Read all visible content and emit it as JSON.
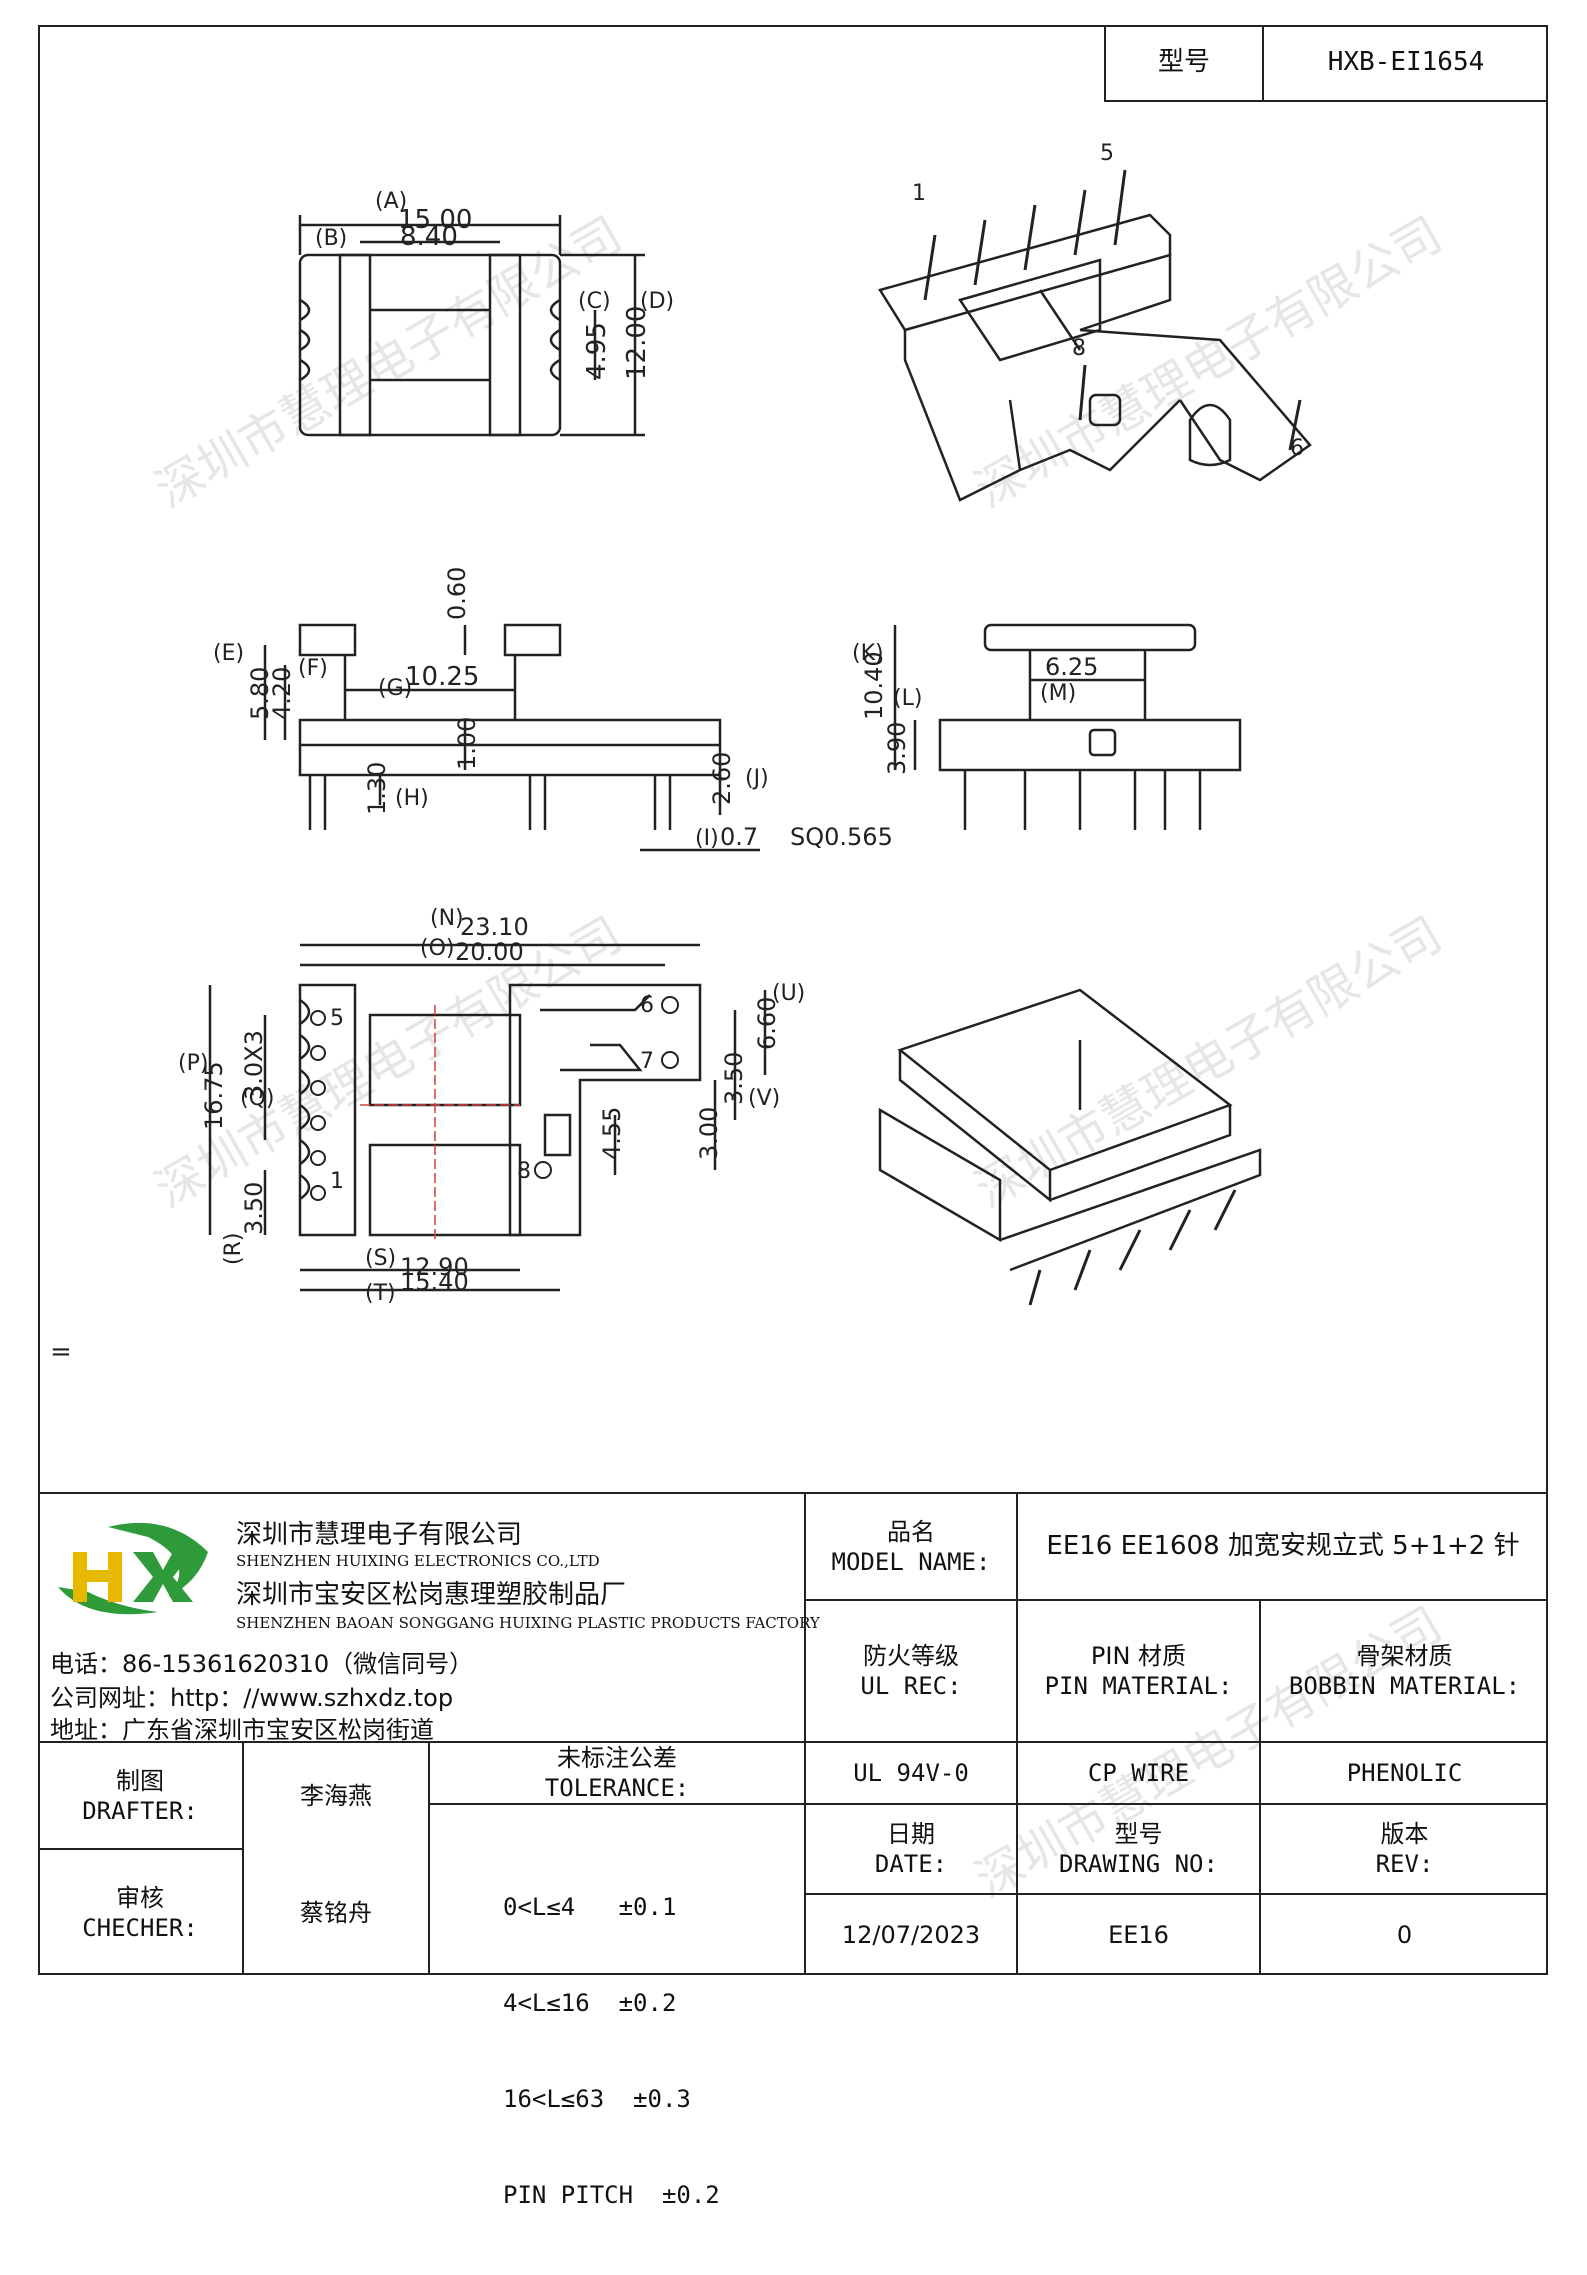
{
  "header": {
    "model_label": "型号",
    "model_value": "HXB-EI1654"
  },
  "drawing": {
    "top_view": {
      "dims": {
        "a": "(A)",
        "a_val": "15.00",
        "b": "(B)",
        "b_val": "8.40",
        "c": "(C)",
        "c_val": "4.95",
        "d": "(D)",
        "d_val": "12.00"
      }
    },
    "iso_top": {
      "pin1": "1",
      "pin5": "5",
      "pin8": "8",
      "pin6": "6"
    },
    "front_view": {
      "e": "(E)",
      "e_val": "5.80",
      "f": "(F)",
      "f_val": "4.20",
      "g": "(G)",
      "g_val": "10.25",
      "h": "(H)",
      "h_val": "1.30",
      "top_val": "0.60",
      "mid_val": "1.00",
      "j": "(J)",
      "j_val": "2.60",
      "i": "(I)",
      "pin_spec": "0.7",
      "pin_spec2": "SQ0.565"
    },
    "side_view": {
      "k": "(K)",
      "k_val": "10.40",
      "l": "(L)",
      "l_val": "3.90",
      "m": "(M)",
      "m_val": "6.25"
    },
    "bottom_view": {
      "n": "(N)",
      "n_val": "23.10",
      "o": "(O)",
      "o_val": "20.00",
      "p": "(P)",
      "p_val": "16.75",
      "q": "(Q)",
      "q_val": "3.0X3",
      "r": "(R)",
      "r_val": "3.50",
      "s": "(S)",
      "s_val": "12.90",
      "t": "(T)",
      "t_val": "15.40",
      "u": "(U)",
      "u_val": "6.60",
      "v": "(V)",
      "v_val": "3.50",
      "w_val": "3.00",
      "x_val": "4.55",
      "pins": [
        "5",
        "1",
        "6",
        "7",
        "8"
      ]
    },
    "stray_mark": "="
  },
  "watermark": "深圳市慧理电子有限公司",
  "company": {
    "logo_text": "HX",
    "name_cn": "深圳市慧理电子有限公司",
    "name_en": "SHENZHEN HUIXING ELECTRONICS CO.,LTD",
    "factory_cn": "深圳市宝安区松岗惠理塑胶制品厂",
    "factory_en": "SHENZHEN BAOAN SONGGANG HUIXING PLASTIC PRODUCTS FACTORY",
    "phone": "电话：86-15361620310（微信同号）",
    "website": "公司网址：http：//www.szhxdz.top",
    "address": "地址：广东省深圳市宝安区松岗街道"
  },
  "title_block": {
    "model_name_cn": "品名",
    "model_name_en": "MODEL NAME:",
    "model_name_value": "EE16 EE1608 加宽安规立式 5+1+2 针",
    "ul_cn": "防火等级",
    "ul_en": "UL REC:",
    "pin_mat_cn": "PIN 材质",
    "pin_mat_en": "PIN MATERIAL:",
    "bobbin_mat_cn": "骨架材质",
    "bobbin_mat_en": "BOBBIN MATERIAL:",
    "ul_value": "UL 94V-0",
    "pin_value": "CP WIRE",
    "bobbin_value": "PHENOLIC",
    "drafter_cn": "制图",
    "drafter_en": "DRAFTER:",
    "drafter_name": "李海燕",
    "checker_cn": "审核",
    "checker_en": "CHECHER:",
    "checker_name": "蔡铭舟",
    "tolerance_cn": "未标注公差",
    "tolerance_en": "TOLERANCE:",
    "tolerances": [
      "0<L≤4   ±0.1",
      "4<L≤16  ±0.2",
      "16<L≤63  ±0.3",
      "PIN PITCH  ±0.2"
    ],
    "date_cn": "日期",
    "date_en": "DATE:",
    "date_value": "12/07/2023",
    "drawing_no_cn": "型号",
    "drawing_no_en": "DRAWING NO:",
    "drawing_no_value": "EE16",
    "rev_cn": "版本",
    "rev_en": "REV:",
    "rev_value": "0"
  },
  "colors": {
    "line": "#222222",
    "center_line": "#d04040",
    "logo_green": "#2e9a3a",
    "logo_yellow": "#e6b800"
  }
}
